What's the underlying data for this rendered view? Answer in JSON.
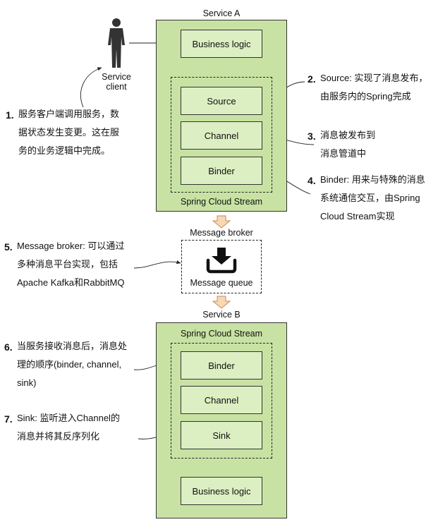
{
  "service_a": {
    "title": "Service A",
    "framework_label": "Spring Cloud Stream",
    "boxes": {
      "business_logic": "Business logic",
      "source": "Source",
      "channel": "Channel",
      "binder": "Binder"
    }
  },
  "client": {
    "label_line1": "Service",
    "label_line2": "client"
  },
  "broker": {
    "title": "Message broker",
    "queue_label": "Message queue"
  },
  "service_b": {
    "title": "Service B",
    "framework_label": "Spring Cloud Stream",
    "boxes": {
      "binder": "Binder",
      "channel": "Channel",
      "sink": "Sink",
      "business_logic": "Business logic"
    }
  },
  "notes": [
    {
      "number": "1.",
      "lines": [
        "服务客户端调用服务，数",
        "据状态发生变更。这在服",
        "务的业务逻辑中完成。"
      ]
    },
    {
      "number": "2.",
      "lines": [
        "Source: 实现了消息发布，",
        "由服务内的Spring完成"
      ]
    },
    {
      "number": "3.",
      "lines": [
        "消息被发布到",
        "消息管道中"
      ]
    },
    {
      "number": "4.",
      "lines": [
        "Binder: 用来与特殊的消息",
        "系统通信交互，由Spring",
        "Cloud Stream实现"
      ]
    },
    {
      "number": "5.",
      "lines": [
        "Message broker: 可以通过",
        "多种消息平台实现，包括",
        "Apache Kafka和RabbitMQ"
      ]
    },
    {
      "number": "6.",
      "lines": [
        "当服务接收消息后，消息处",
        "理的顺序(binder, channel,",
        "sink)"
      ]
    },
    {
      "number": "7.",
      "lines": [
        "Sink: 监听进入Channel的",
        "消息并将其反序列化"
      ]
    }
  ],
  "colors": {
    "service_fill": "#c8e2a4",
    "inner_fill": "#dcefc2",
    "flow_arrow_fill": "#f7d7b5",
    "flow_arrow_stroke": "#c98a5a"
  },
  "icons": [
    "person-icon",
    "download-tray-icon",
    "flow-down-arrow-icon"
  ]
}
